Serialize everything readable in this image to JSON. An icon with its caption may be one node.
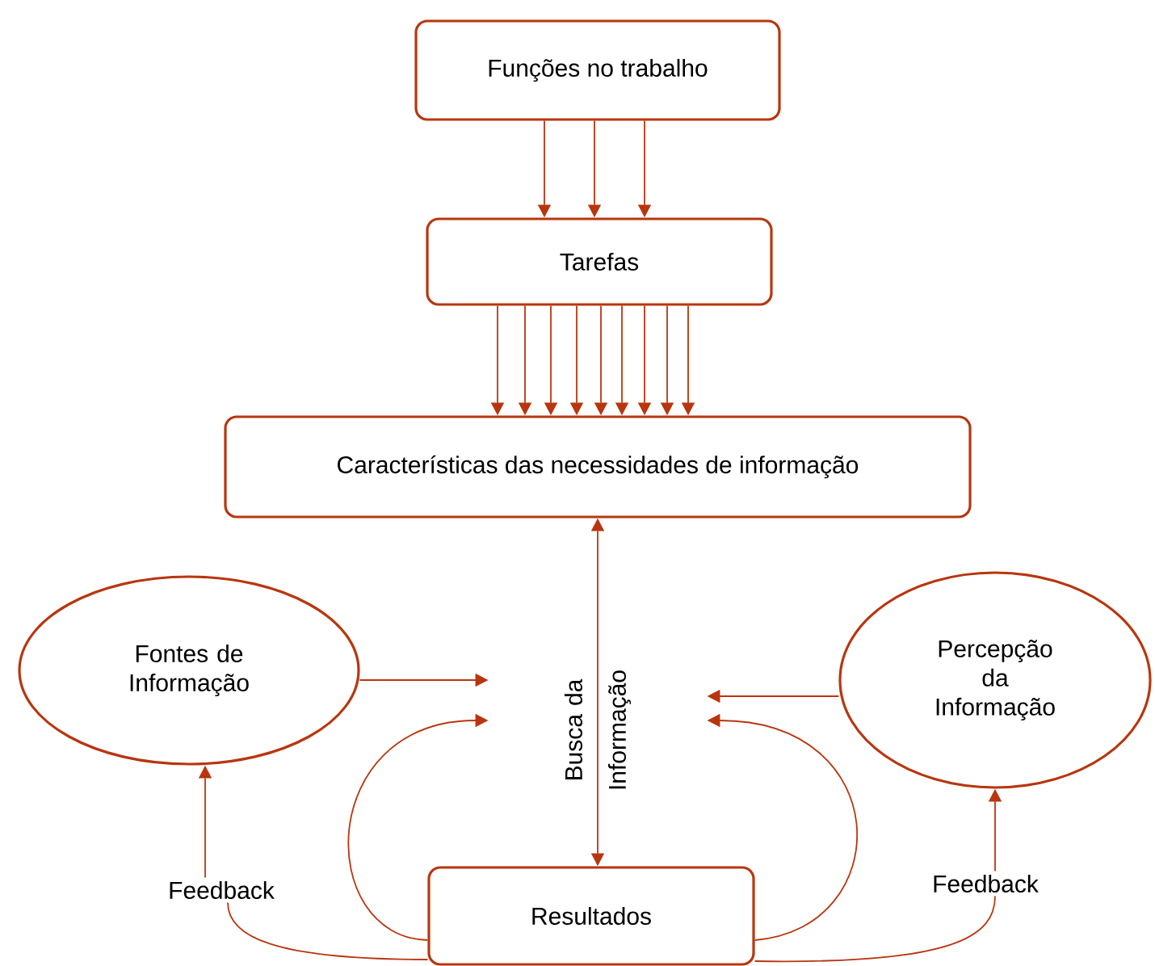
{
  "diagram": {
    "nodes": [
      {
        "text": [
          "Funções no trabalho"
        ]
      },
      {
        "text": [
          "Tarefas"
        ]
      },
      {
        "text": [
          "Características das necessidades de informação"
        ]
      },
      {
        "text": [
          "Fontes de Informação"
        ]
      },
      {
        "text": [
          "Busca da Informação"
        ]
      },
      {
        "text": [
          "Percepção da Informação"
        ]
      },
      {
        "text": [
          "Feedback"
        ]
      },
      {
        "text": [
          "Resultados"
        ]
      },
      {
        "text": [
          "Feedback"
        ]
      }
    ],
    "edges": [
      {
        "from": 0,
        "to": 1,
        "arrow": "to"
      },
      {
        "from": 0,
        "to": 1,
        "arrow": "to"
      },
      {
        "from": 0,
        "to": 1,
        "arrow": "to"
      },
      {
        "from": 1,
        "to": 2,
        "arrow": "to"
      },
      {
        "from": 1,
        "to": 2,
        "arrow": "to"
      },
      {
        "from": 1,
        "to": 2,
        "arrow": "to"
      },
      {
        "from": 1,
        "to": 2,
        "arrow": "to"
      },
      {
        "from": 1,
        "to": 2,
        "arrow": "to"
      },
      {
        "from": 1,
        "to": 2,
        "arrow": "to"
      },
      {
        "from": 1,
        "to": 2,
        "arrow": "to"
      },
      {
        "from": 1,
        "to": 2,
        "arrow": "to"
      },
      {
        "from": 1,
        "to": 2,
        "arrow": "to"
      },
      {
        "from": 2,
        "to": 7,
        "arrow": "both"
      },
      {
        "from": 3,
        "to": 4,
        "arrow": "to"
      },
      {
        "from": 5,
        "to": 4,
        "arrow": "to"
      },
      {
        "from": 7,
        "to": 4,
        "arrow": "to"
      },
      {
        "from": 7,
        "to": 4,
        "arrow": "to"
      },
      {
        "from": 7,
        "to": 6,
        "arrow": "none"
      },
      {
        "from": 6,
        "to": 3,
        "arrow": "to"
      },
      {
        "from": 7,
        "to": 8,
        "arrow": "none"
      },
      {
        "from": 8,
        "to": 5,
        "arrow": "to"
      }
    ]
  }
}
